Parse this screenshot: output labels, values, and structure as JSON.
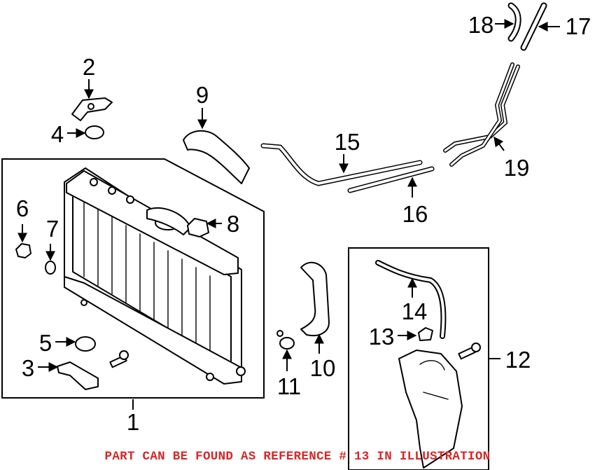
{
  "callouts": {
    "c1": "1",
    "c2": "2",
    "c3": "3",
    "c4": "4",
    "c5": "5",
    "c6": "6",
    "c7": "7",
    "c8": "8",
    "c9": "9",
    "c10": "10",
    "c11": "11",
    "c12": "12",
    "c13": "13",
    "c14": "14",
    "c15": "15",
    "c16": "16",
    "c17": "17",
    "c18": "18",
    "c19": "19"
  },
  "footer": {
    "note": "PART CAN BE FOUND AS REFERENCE # 13 IN ILLUSTRATION",
    "color": "#d62828"
  }
}
